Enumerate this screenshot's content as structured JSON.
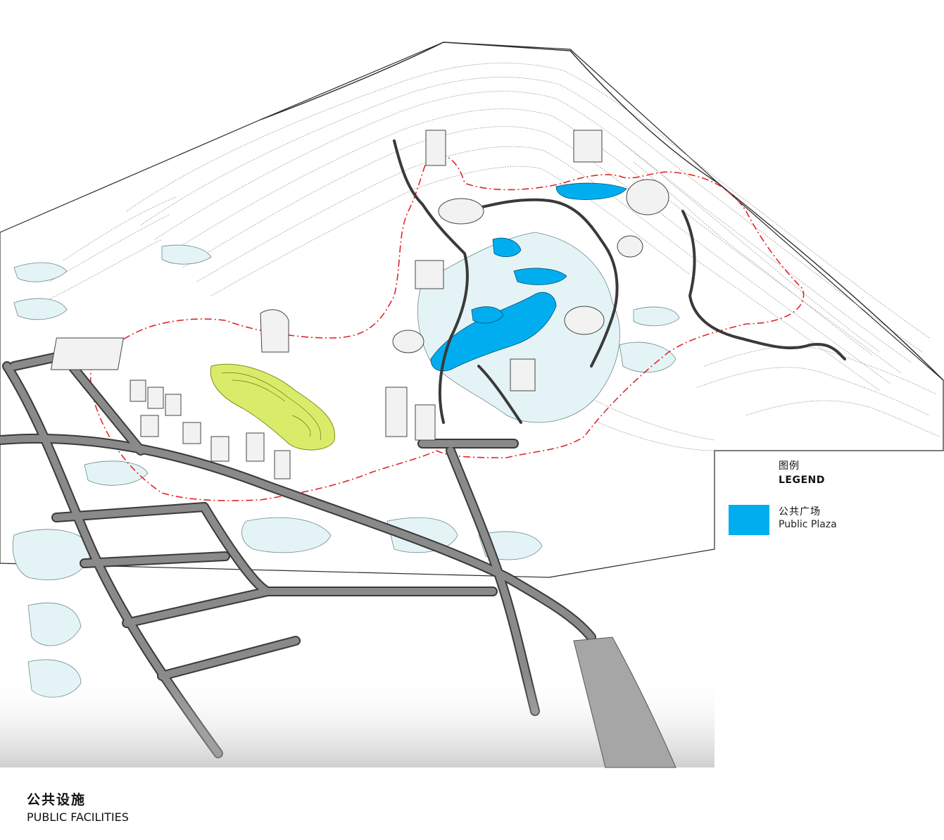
{
  "legend": {
    "title_cn": "图例",
    "title_en": "LEGEND",
    "items": [
      {
        "label_cn": "公共广场",
        "label_en": "Public Plaza",
        "color": "#00aef0"
      }
    ]
  },
  "caption": {
    "title_cn": "公共设施",
    "title_en": "PUBLIC FACILITIES"
  },
  "colors": {
    "plaza": "#00aef0",
    "water": "#e4f4f6",
    "green_field": "#d9ec6a",
    "boundary": "#e0262b",
    "road": "#8a8a8a",
    "road_outline": "#3a3a3a",
    "contour": "#9a9a9a"
  }
}
